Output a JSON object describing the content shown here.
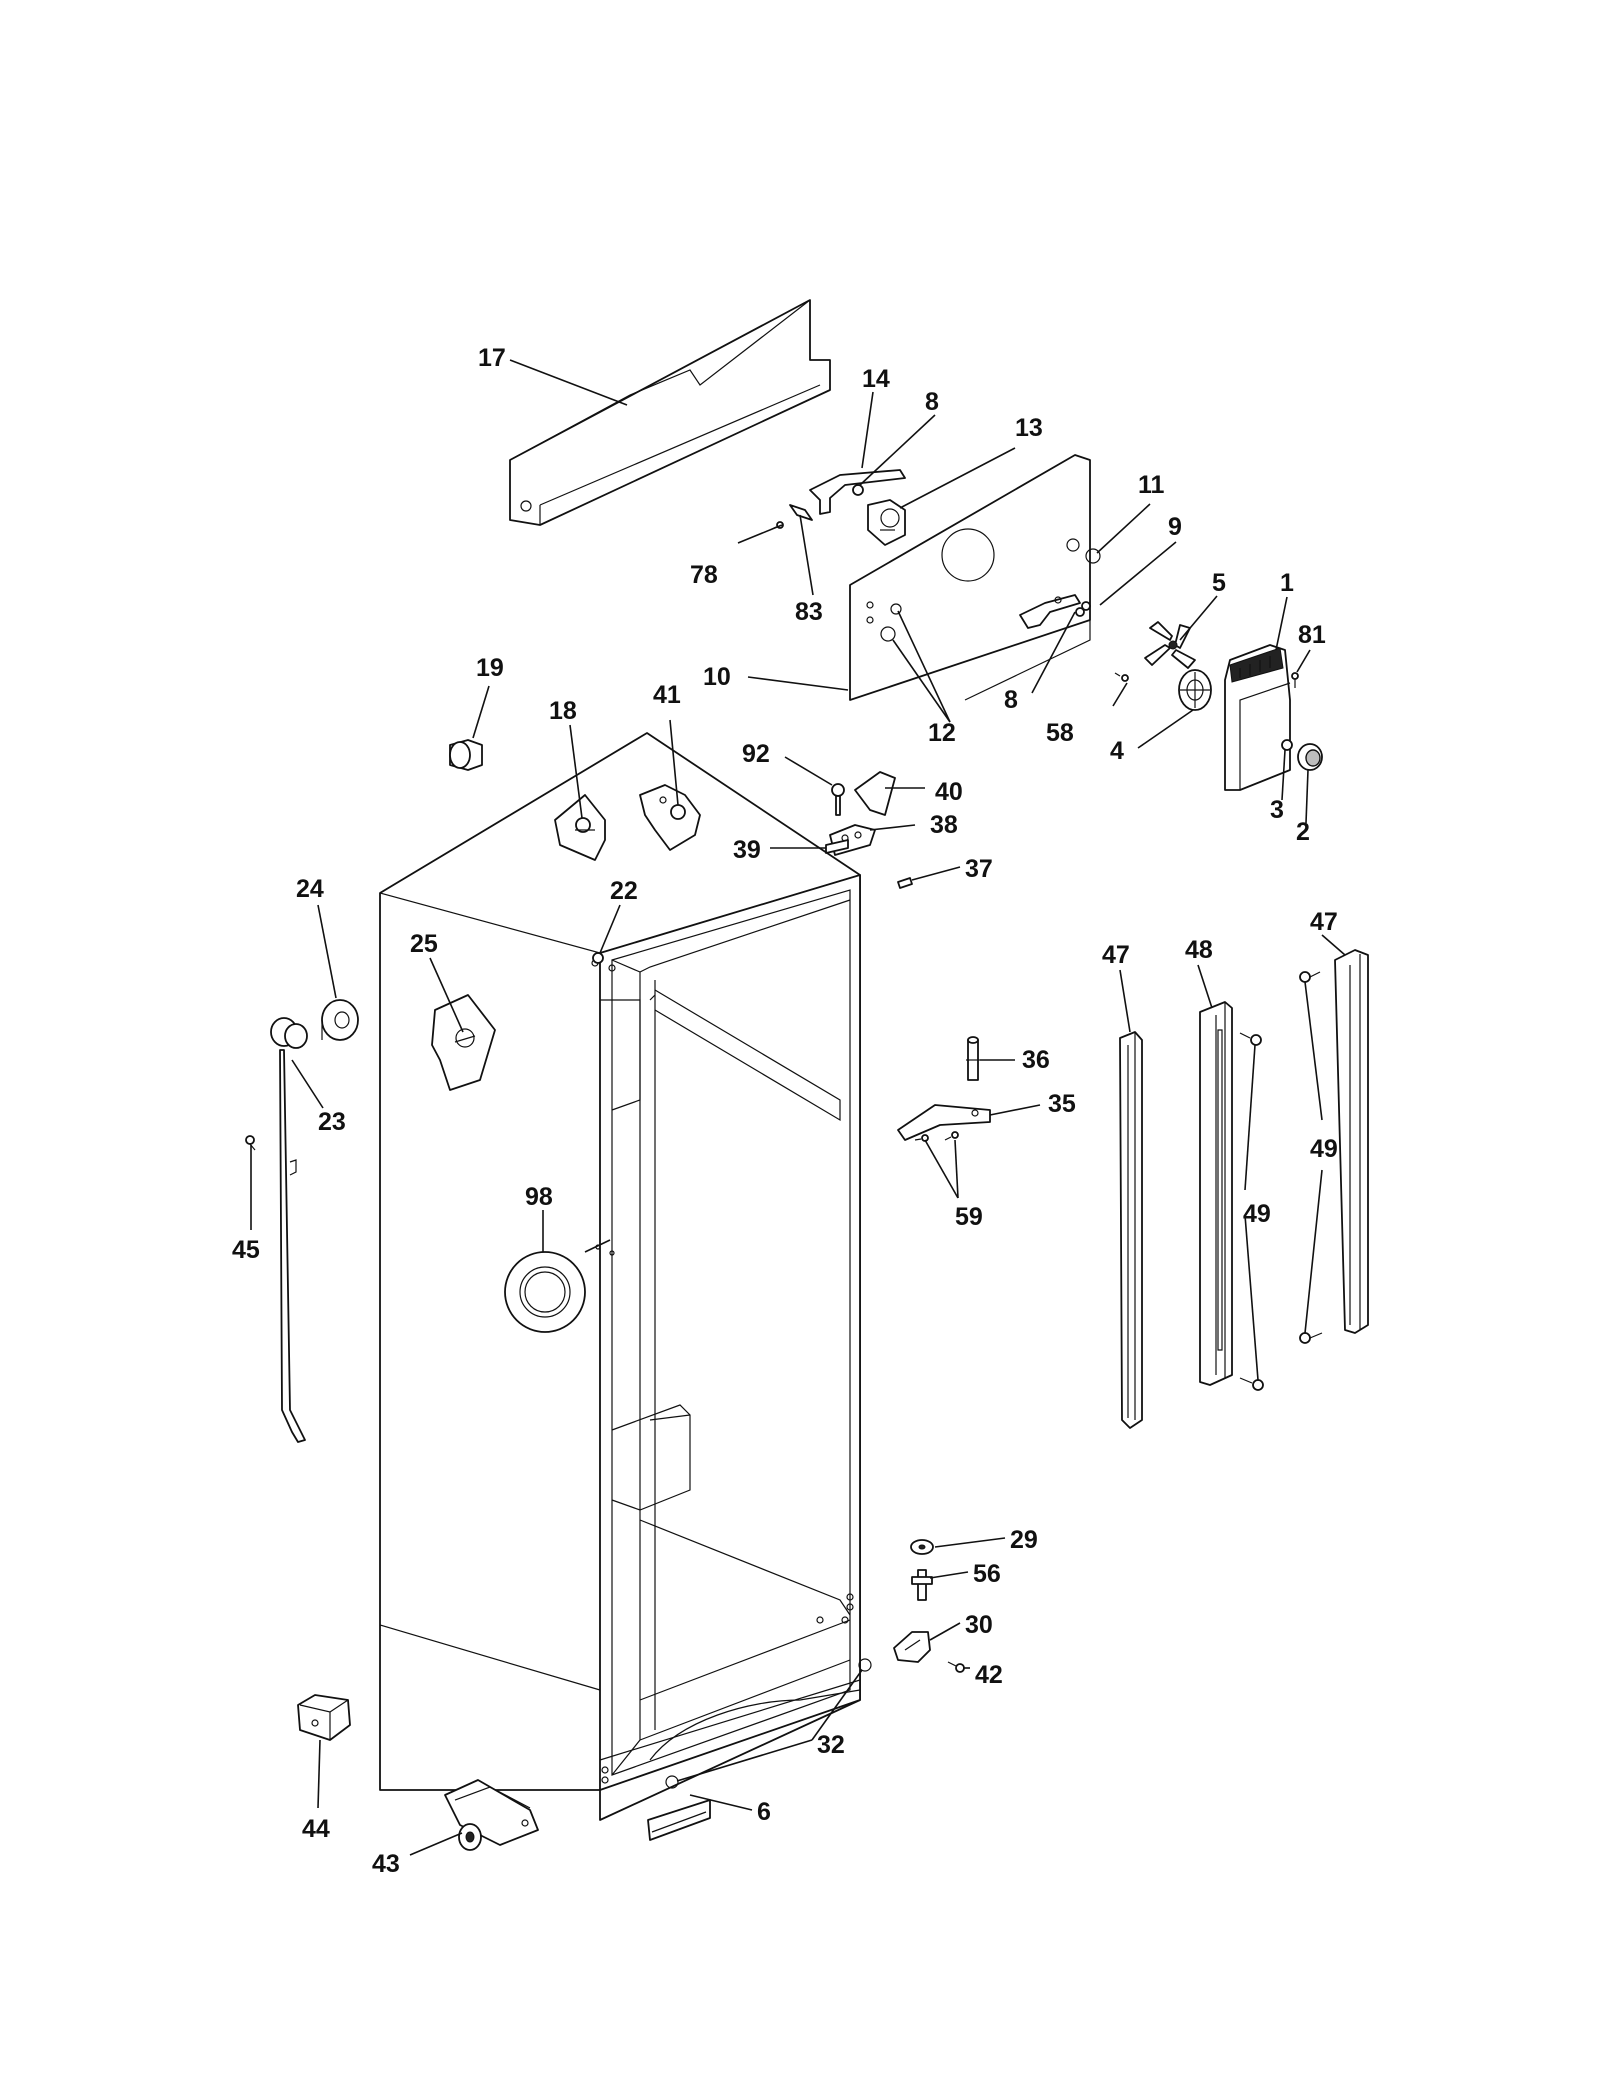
{
  "labels": {
    "l1": "1",
    "l2": "2",
    "l3": "3",
    "l4": "4",
    "l5": "5",
    "l6": "6",
    "l8a": "8",
    "l8b": "8",
    "l9": "9",
    "l10": "10",
    "l11": "11",
    "l12": "12",
    "l13": "13",
    "l14": "14",
    "l17": "17",
    "l18": "18",
    "l19": "19",
    "l22": "22",
    "l23": "23",
    "l24": "24",
    "l25": "25",
    "l29": "29",
    "l30": "30",
    "l32": "32",
    "l35": "35",
    "l36": "36",
    "l37": "37",
    "l38": "38",
    "l39": "39",
    "l40": "40",
    "l41": "41",
    "l42": "42",
    "l43": "43",
    "l44": "44",
    "l45": "45",
    "l47a": "47",
    "l47b": "47",
    "l48": "48",
    "l49a": "49",
    "l49b": "49",
    "l56": "56",
    "l58": "58",
    "l59": "59",
    "l78": "78",
    "l81": "81",
    "l83": "83",
    "l92": "92",
    "l98": "98"
  }
}
